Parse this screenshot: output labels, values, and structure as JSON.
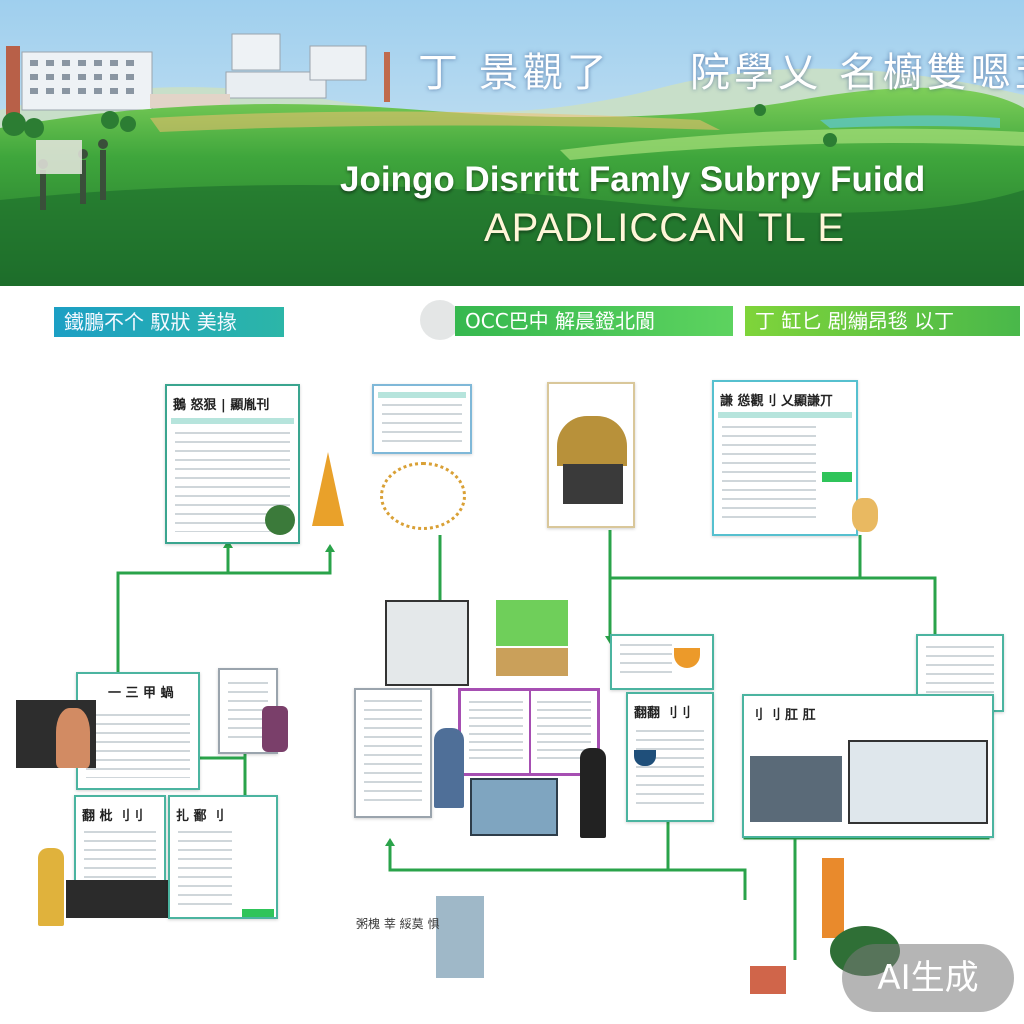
{
  "banner": {
    "heading_left": "丁 景觀了",
    "heading_right": "院學乂 名櫥雙嗯苙",
    "title": "Joingo Disrritt Famly Subrpy Fuidd",
    "subtitle": "APADLICCAN TL E"
  },
  "sections": [
    {
      "label": "鐵鵬不个 馭狀 美掾",
      "color": "#1c9fc4"
    },
    {
      "label": "OCC巴中 解晨鐙北閬",
      "color": "#36b84f"
    },
    {
      "label": "丁 缸匕 剧繃昂毯 以丁",
      "color": "#7fd43a"
    }
  ],
  "documents": {
    "doc1": "鵝 怒狠 | 顯胤刊",
    "doc2": "",
    "doc3": "",
    "doc4": "謙 慫觀刂 乂顯謙丌",
    "doc5": "一 三 甲 蝸",
    "doc6": "",
    "doc7": "翻 枇 刂刂",
    "doc8": "扎 鄱 刂",
    "doc9": "",
    "doc10": "",
    "doc11": "翻翻 刂刂",
    "doc12": "刂 刂 肛 肛",
    "doc13": ""
  },
  "bottom_caption": "粥槐 莘 綏莫 惧",
  "watermark": "AI生成",
  "colors": {
    "connector": "#2aa34a",
    "card_border": "#3aa58f",
    "accent_green": "#2fc45a",
    "sky": "#a9d8f0",
    "field": "#2f8f3a"
  }
}
